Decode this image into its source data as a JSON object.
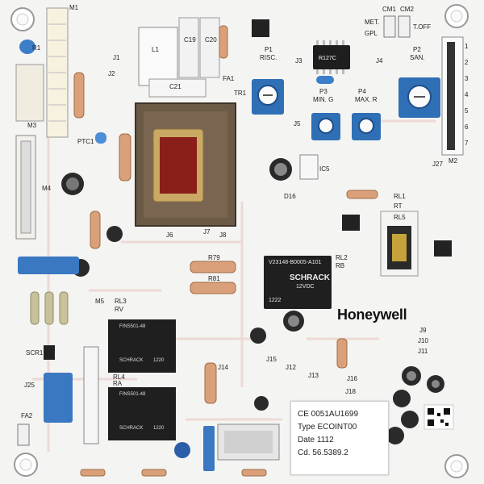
{
  "board": {
    "brand": "Honeywell",
    "chip_label": "R127C",
    "relay_big": {
      "part": "V23148-B0005-A101",
      "brand": "SCHRACK",
      "voltage": "12VDC",
      "code": "1222"
    },
    "relay_small_upper": {
      "part": "FINS501-48",
      "brand": "SCHRACK",
      "code": "1220"
    },
    "relay_small_lower": {
      "part": "FINS501-48",
      "brand": "SCHRACK",
      "code": "1220"
    },
    "sticker": {
      "line1": "CE 0051AU1699",
      "line2": "Type ECOINT00",
      "line3": "Date      1112",
      "line4": "Cd. 56.5389.2"
    },
    "silkscreen": {
      "M1": "M1",
      "M2": "M2",
      "M3": "M3",
      "M4": "M4",
      "M5": "M5",
      "R1": "R1",
      "J1": "J1",
      "J2": "J2",
      "J3": "J3",
      "J4": "J4",
      "J5": "J5",
      "J6": "J6",
      "J7": "J7",
      "J8": "J8",
      "J9": "J9",
      "J10": "J10",
      "J11": "J11",
      "J12": "J12",
      "J13": "J13",
      "J14": "J14",
      "J15": "J15",
      "J16": "J16",
      "J18": "J18",
      "J25": "J25",
      "J27": "J27",
      "L1": "L1",
      "C19": "C19",
      "C20": "C20",
      "C21": "C21",
      "FA1": "FA1",
      "FA2": "FA2",
      "TR1": "TR1",
      "PTC1": "PTC1",
      "IC5": "IC5",
      "D16": "D16",
      "RL1": "RL1",
      "RT": "RT",
      "RL5": "RL5",
      "RL2": "RL2",
      "RB": "RB",
      "RL3": "RL3",
      "RV": "RV",
      "RL4": "RL4",
      "RA": "RA",
      "SCR1": "SCR1",
      "R79": "R79",
      "R81": "R81",
      "CM1": "CM1",
      "CM2": "CM2",
      "MET": "MET.",
      "GPL": "GPL",
      "TOFF": "T.OFF",
      "P1": "P1",
      "RISC": "RISC.",
      "P2": "P2",
      "SAN": "SAN.",
      "P3": "P3",
      "MING": "MIN. G",
      "P4": "P4",
      "MAXR": "MAX. R",
      "pins": [
        "1",
        "2",
        "3",
        "4",
        "5",
        "6",
        "7"
      ]
    },
    "colors": {
      "pcb": "#f4f4f2",
      "trace": "#e9c9c4",
      "trimmer": "#2f6fb5",
      "relay_dark": "#1f1f1f",
      "transformer": "#6b5a45",
      "resistor": "#d9a07a"
    }
  }
}
